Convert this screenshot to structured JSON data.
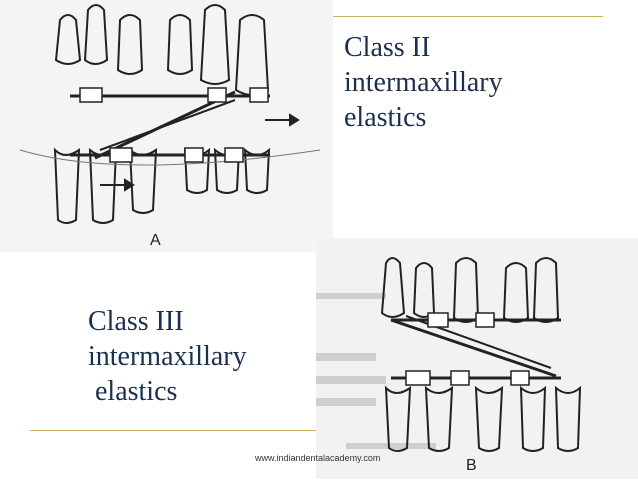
{
  "class_ii": {
    "lines": [
      "Class II",
      "intermaxillary",
      "elastics"
    ]
  },
  "class_iii": {
    "lines": [
      "Class III",
      "intermaxillary",
      " elastics"
    ]
  },
  "figure_a": {
    "label": "A",
    "icon": "dental-arch-illustration"
  },
  "figure_b": {
    "label": "B",
    "icon": "dental-arch-illustration"
  },
  "footer": {
    "url": "www.indiandentalacademy.com"
  },
  "colors": {
    "heading": "#1b2f4f",
    "rule": "#c8b25a"
  }
}
